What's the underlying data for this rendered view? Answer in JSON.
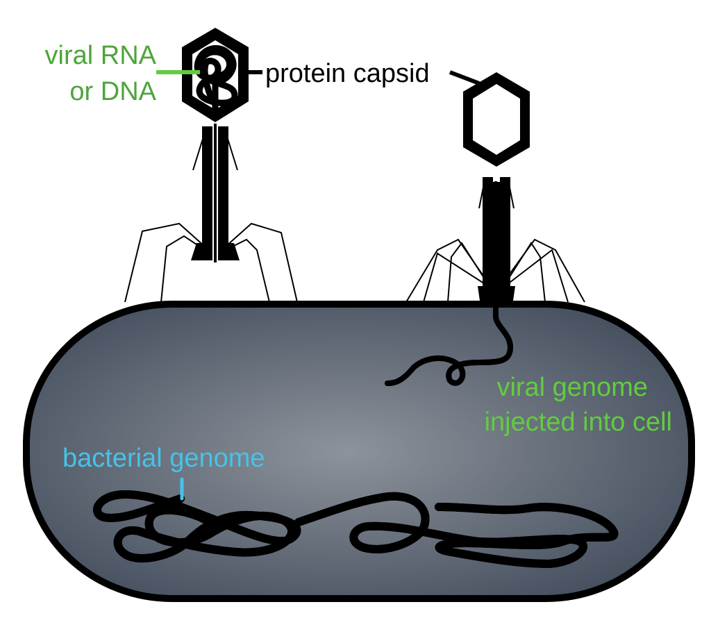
{
  "labels": {
    "viral_rna_line1": "viral RNA",
    "viral_rna_line2": "or DNA",
    "protein_capsid": "protein capsid",
    "viral_genome_line1": "viral genome",
    "viral_genome_line2": "injected into cell",
    "bacterial_genome": "bacterial genome"
  },
  "colors": {
    "viral_rna_label": "#4ea43a",
    "viral_genome": "#62cc3f",
    "bacterial_genome": "#45c3ea",
    "cell_center": "#8d939b",
    "cell_edge": "#46505f",
    "outline": "#000000"
  }
}
